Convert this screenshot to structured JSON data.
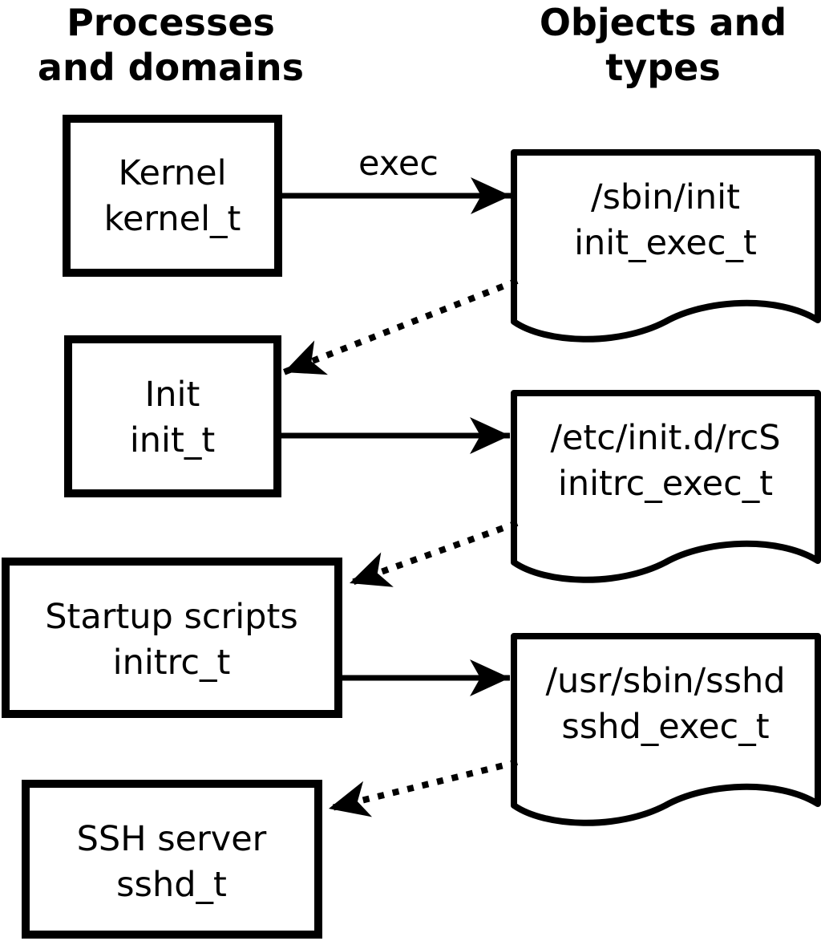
{
  "diagram": {
    "headers": {
      "left_line1": "Processes",
      "left_line2": "and domains",
      "right_line1": "Objects and",
      "right_line2": "types"
    },
    "arrow_label_exec": "exec",
    "processes": [
      {
        "label": "Kernel",
        "type": "kernel_t"
      },
      {
        "label": "Init",
        "type": "init_t"
      },
      {
        "label": "Startup scripts",
        "type": "initrc_t"
      },
      {
        "label": "SSH server",
        "type": "sshd_t"
      }
    ],
    "objects": [
      {
        "path": "/sbin/init",
        "type": "init_exec_t"
      },
      {
        "path": "/etc/init.d/rcS",
        "type": "initrc_exec_t"
      },
      {
        "path": "/usr/sbin/sshd",
        "type": "sshd_exec_t"
      }
    ],
    "edges": [
      {
        "from": "kernel_t",
        "to": "init_exec_t",
        "style": "solid",
        "label": "exec"
      },
      {
        "from": "init_exec_t",
        "to": "init_t",
        "style": "dotted",
        "label": ""
      },
      {
        "from": "init_t",
        "to": "initrc_exec_t",
        "style": "solid",
        "label": ""
      },
      {
        "from": "initrc_exec_t",
        "to": "initrc_t",
        "style": "dotted",
        "label": ""
      },
      {
        "from": "initrc_t",
        "to": "sshd_exec_t",
        "style": "solid",
        "label": ""
      },
      {
        "from": "sshd_exec_t",
        "to": "sshd_t",
        "style": "dotted",
        "label": ""
      }
    ],
    "colors": {
      "foreground": "#000000",
      "background": "#ffffff"
    }
  }
}
